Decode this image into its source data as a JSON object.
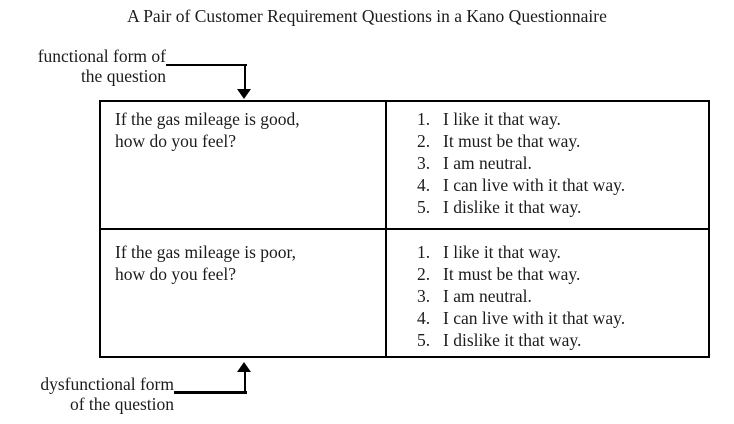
{
  "title": "A Pair of Customer Requirement Questions in a Kano Questionnaire",
  "annotations": {
    "functional": {
      "line1": "functional form of",
      "line2": "the question"
    },
    "dysfunctional": {
      "line1": "dysfunctional form",
      "line2": "of the question"
    }
  },
  "table": {
    "rows": [
      {
        "question_line1": "If the gas mileage is good,",
        "question_line2": "how do you feel?",
        "options": [
          {
            "num": "1.",
            "text": "I like it that way."
          },
          {
            "num": "2.",
            "text": "It must be that way."
          },
          {
            "num": "3.",
            "text": "I am neutral."
          },
          {
            "num": "4.",
            "text": "I can live with it that way."
          },
          {
            "num": "5.",
            "text": "I dislike it that way."
          }
        ]
      },
      {
        "question_line1": "If the gas mileage is poor,",
        "question_line2": "how do you feel?",
        "options": [
          {
            "num": "1.",
            "text": "I like it that way."
          },
          {
            "num": "2.",
            "text": "It must be that way."
          },
          {
            "num": "3.",
            "text": "I am neutral."
          },
          {
            "num": "4.",
            "text": "I can live with it that way."
          },
          {
            "num": "5.",
            "text": "I dislike it that way."
          }
        ]
      }
    ]
  },
  "colors": {
    "text": "#1c1c1c",
    "line": "#000000",
    "background": "#ffffff"
  }
}
